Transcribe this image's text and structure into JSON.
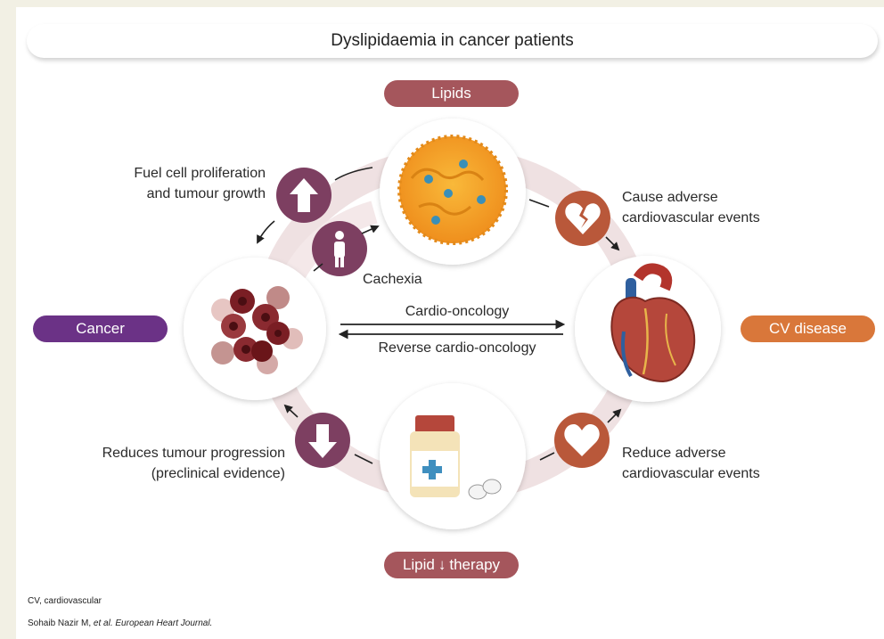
{
  "title": "Dyslipidaemia in cancer patients",
  "nodes": {
    "lipids": "Lipids",
    "cancer": "Cancer",
    "cv_disease": "CV disease",
    "therapy_prefix": "Lipid",
    "therapy_arrow": "↓",
    "therapy_suffix": "therapy"
  },
  "labels": {
    "fuel_line1": "Fuel cell proliferation",
    "fuel_line2": "and tumour growth",
    "cachexia": "Cachexia",
    "cause_line1": "Cause adverse",
    "cause_line2": "cardiovascular events",
    "cardio_oncology": "Cardio-oncology",
    "reverse_cardio_oncology": "Reverse cardio-oncology",
    "reduces_line1": "Reduces tumour progression",
    "reduces_line2": "(preclinical evidence)",
    "reduce_line1": "Reduce adverse",
    "reduce_line2": "cardiovascular events"
  },
  "footer": {
    "footnote_abbr": "CV",
    "footnote_text": ", cardiovascular",
    "citation_authors": "Sohaib Nazir M, ",
    "citation_etal": "et al. European Heart Journal."
  },
  "colors": {
    "lipid_pill": "#a5565c",
    "cancer_pill": "#6b3286",
    "cv_pill": "#d9773a",
    "purple_badge": "#7d3f61",
    "orange_badge": "#b9583a",
    "ring": "#efe1e2"
  },
  "icons": [
    "lipid-particle-icon",
    "tumour-cells-icon",
    "heart-anatomy-icon",
    "pill-bottle-icon",
    "up-arrow-icon",
    "person-icon",
    "broken-heart-icon",
    "down-arrow-icon",
    "heart-icon"
  ]
}
